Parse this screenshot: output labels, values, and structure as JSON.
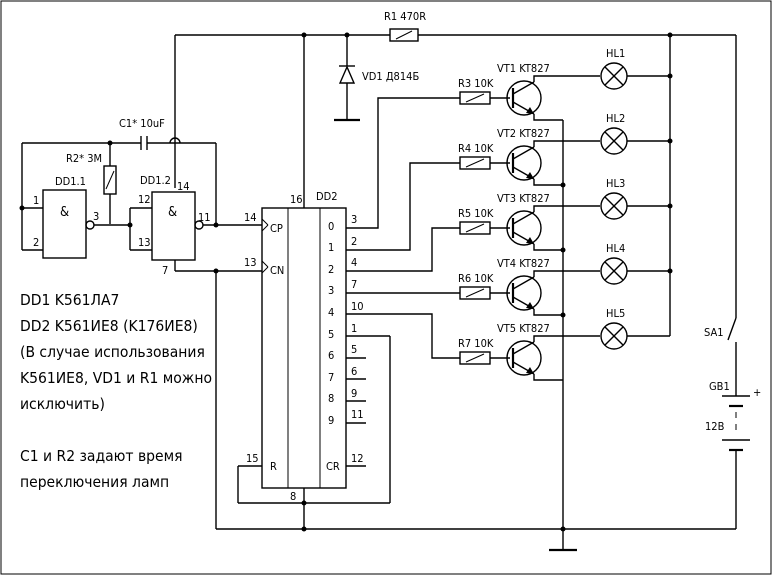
{
  "labels": {
    "r1": "R1 470R",
    "vd1": "VD1 Д814Б",
    "c1": "C1* 10uF",
    "r2": "R2* 3M",
    "dd11": "DD1.1",
    "dd12": "DD1.2",
    "dd2": "DD2",
    "r3": "R3 10K",
    "r4": "R4 10K",
    "r5": "R5 10K",
    "r6": "R6 10K",
    "r7": "R7 10K",
    "vt1": "VT1 KT827",
    "vt2": "VT2 KT827",
    "vt3": "VT3 KT827",
    "vt4": "VT4 KT827",
    "vt5": "VT5 KT827",
    "hl1": "HL1",
    "hl2": "HL2",
    "hl3": "HL3",
    "hl4": "HL4",
    "hl5": "HL5",
    "sa1": "SA1",
    "gb1": "GB1",
    "gb1_voltage": "12B",
    "gb1_plus": "+",
    "and_sym": "&",
    "cp": "CP",
    "cn": "CN",
    "r": "R",
    "cr": "CR"
  },
  "pins": {
    "dd11_in1": "1",
    "dd11_in2": "2",
    "dd11_out": "3",
    "dd12_in1": "12",
    "dd12_in2": "13",
    "dd12_vcc": "14",
    "dd12_out": "11",
    "dd12_gnd": "7",
    "dd2_cp": "14",
    "dd2_cn": "13",
    "dd2_vcc": "16",
    "dd2_r": "15",
    "dd2_gnd": "8",
    "out0": "3",
    "out1": "2",
    "out2": "4",
    "out3": "7",
    "out4": "10",
    "out5": "1",
    "out6": "5",
    "out7": "6",
    "out8": "9",
    "out9": "11",
    "out_cr": "12",
    "q0": "0",
    "q1": "1",
    "q2": "2",
    "q3": "3",
    "q4": "4",
    "q5": "5",
    "q6": "6",
    "q7": "7",
    "q8": "8",
    "q9": "9"
  },
  "notes": [
    "DD1 K561ЛA7",
    "DD2 K561ИE8 (K176ИE8)",
    "(В случае использования",
    "K561ИE8, VD1 и R1 можно",
    "исключить)",
    "",
    "C1 и R2 задают время",
    "переключения ламп"
  ]
}
